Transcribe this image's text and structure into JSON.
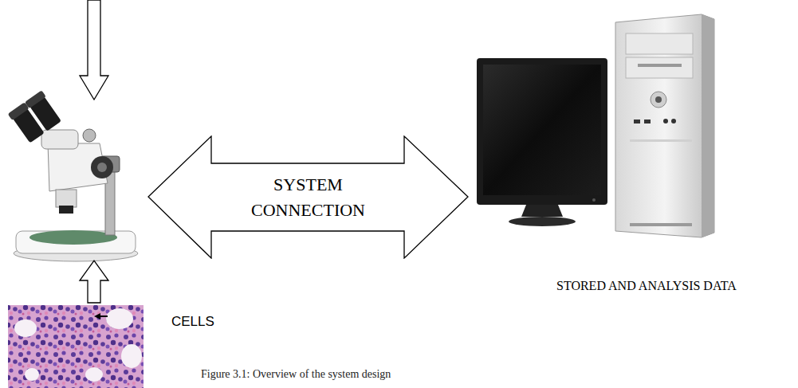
{
  "diagram": {
    "caption": "Figure 3.1: Overview of the system design",
    "nodes": [
      {
        "text": [
          "SYSTEM CONNECTION"
        ]
      }
    ],
    "labels": [
      "CELLS",
      "STORED AND ANALYSIS DATA"
    ]
  }
}
